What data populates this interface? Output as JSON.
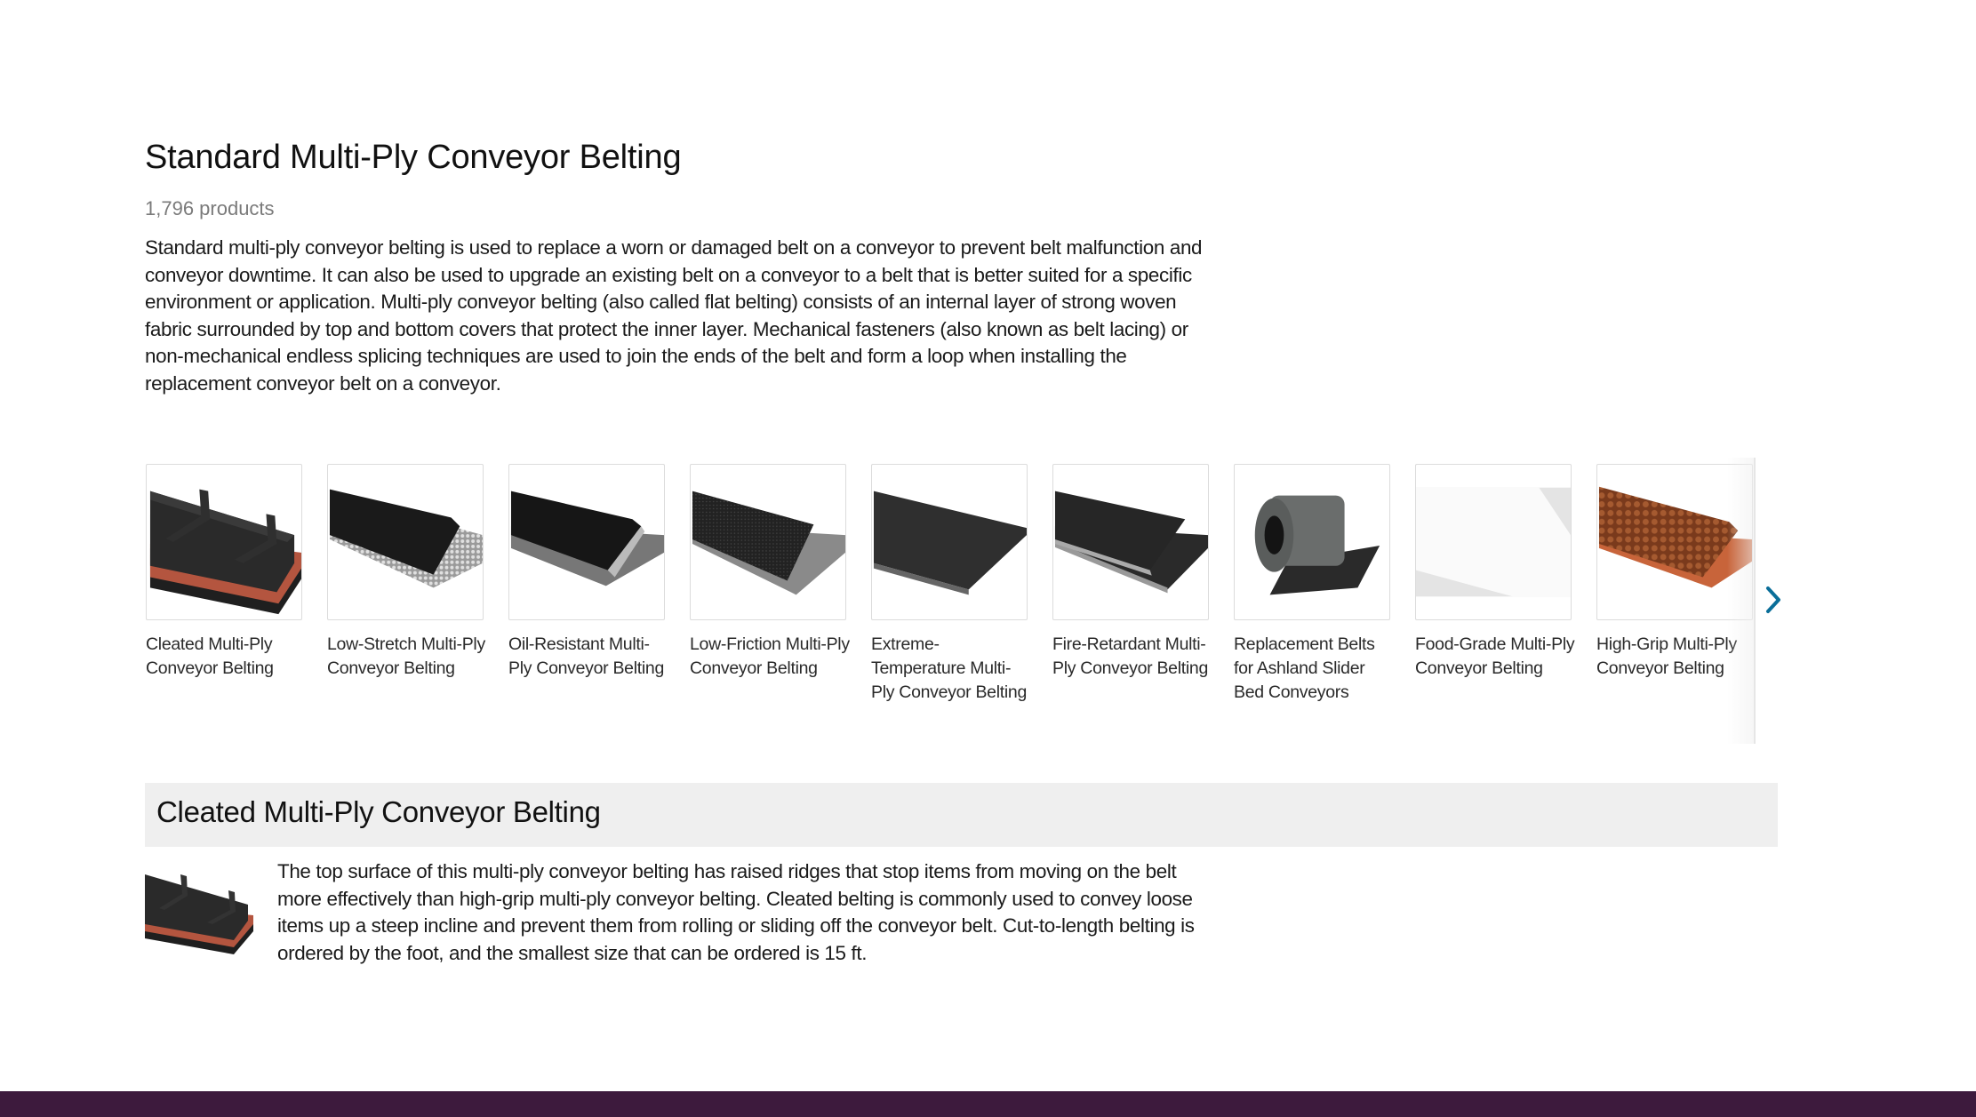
{
  "page": {
    "title": "Standard Multi-Ply Conveyor Belting",
    "product_count": "1,796 products",
    "intro": "Standard multi-ply conveyor belting is used to replace a worn or damaged belt on a conveyor to prevent belt malfunction and conveyor downtime. It can also be used to upgrade an existing belt on a conveyor to a belt that is better suited for a specific environment or application. Multi-ply conveyor belting (also called flat belting) consists of an internal layer of strong woven fabric surrounded by top and bottom covers that protect the inner layer. Mechanical fasteners (also known as belt lacing) or non-mechanical endless splicing techniques are used to join the ends of the belt and form a loop when installing the replacement conveyor belt on a conveyor."
  },
  "carousel": {
    "next_icon": "chevron-right-icon",
    "accent_color": "#0a6e99",
    "items": [
      {
        "label": "Cleated Multi-Ply Conveyor Belting",
        "image": "cleated-belt"
      },
      {
        "label": "Low-Stretch Multi-Ply Conveyor Belting",
        "image": "low-stretch-belt"
      },
      {
        "label": "Oil-Resistant Multi-Ply Conveyor Belting",
        "image": "oil-resistant-belt"
      },
      {
        "label": "Low-Friction Multi-Ply Conveyor Belting",
        "image": "low-friction-belt"
      },
      {
        "label": "Extreme-Temperature Multi-Ply Conveyor Belting",
        "image": "extreme-temperature-belt"
      },
      {
        "label": "Fire-Retardant Multi-Ply Conveyor Belting",
        "image": "fire-retardant-belt"
      },
      {
        "label": "Replacement Belts for Ashland Slider Bed Conveyors",
        "image": "belt-roll"
      },
      {
        "label": "Food-Grade Multi-Ply Conveyor Belting",
        "image": "food-grade-belt"
      },
      {
        "label": "High-Grip Multi-Ply Conveyor Belting",
        "image": "high-grip-belt"
      }
    ]
  },
  "section": {
    "title": "Cleated Multi-Ply Conveyor Belting",
    "description": "The top surface of this multi-ply conveyor belting has raised ridges that stop items from moving on the belt more effectively than high-grip multi-ply conveyor belting. Cleated belting is commonly used to convey loose items up a steep incline and prevent them from rolling or sliding off the conveyor belt. Cut-to-length belting is ordered by the foot, and the smallest size that can be ordered is 15 ft.",
    "image": "cleated-belt"
  },
  "footer": {
    "color": "#3d1a3d"
  }
}
